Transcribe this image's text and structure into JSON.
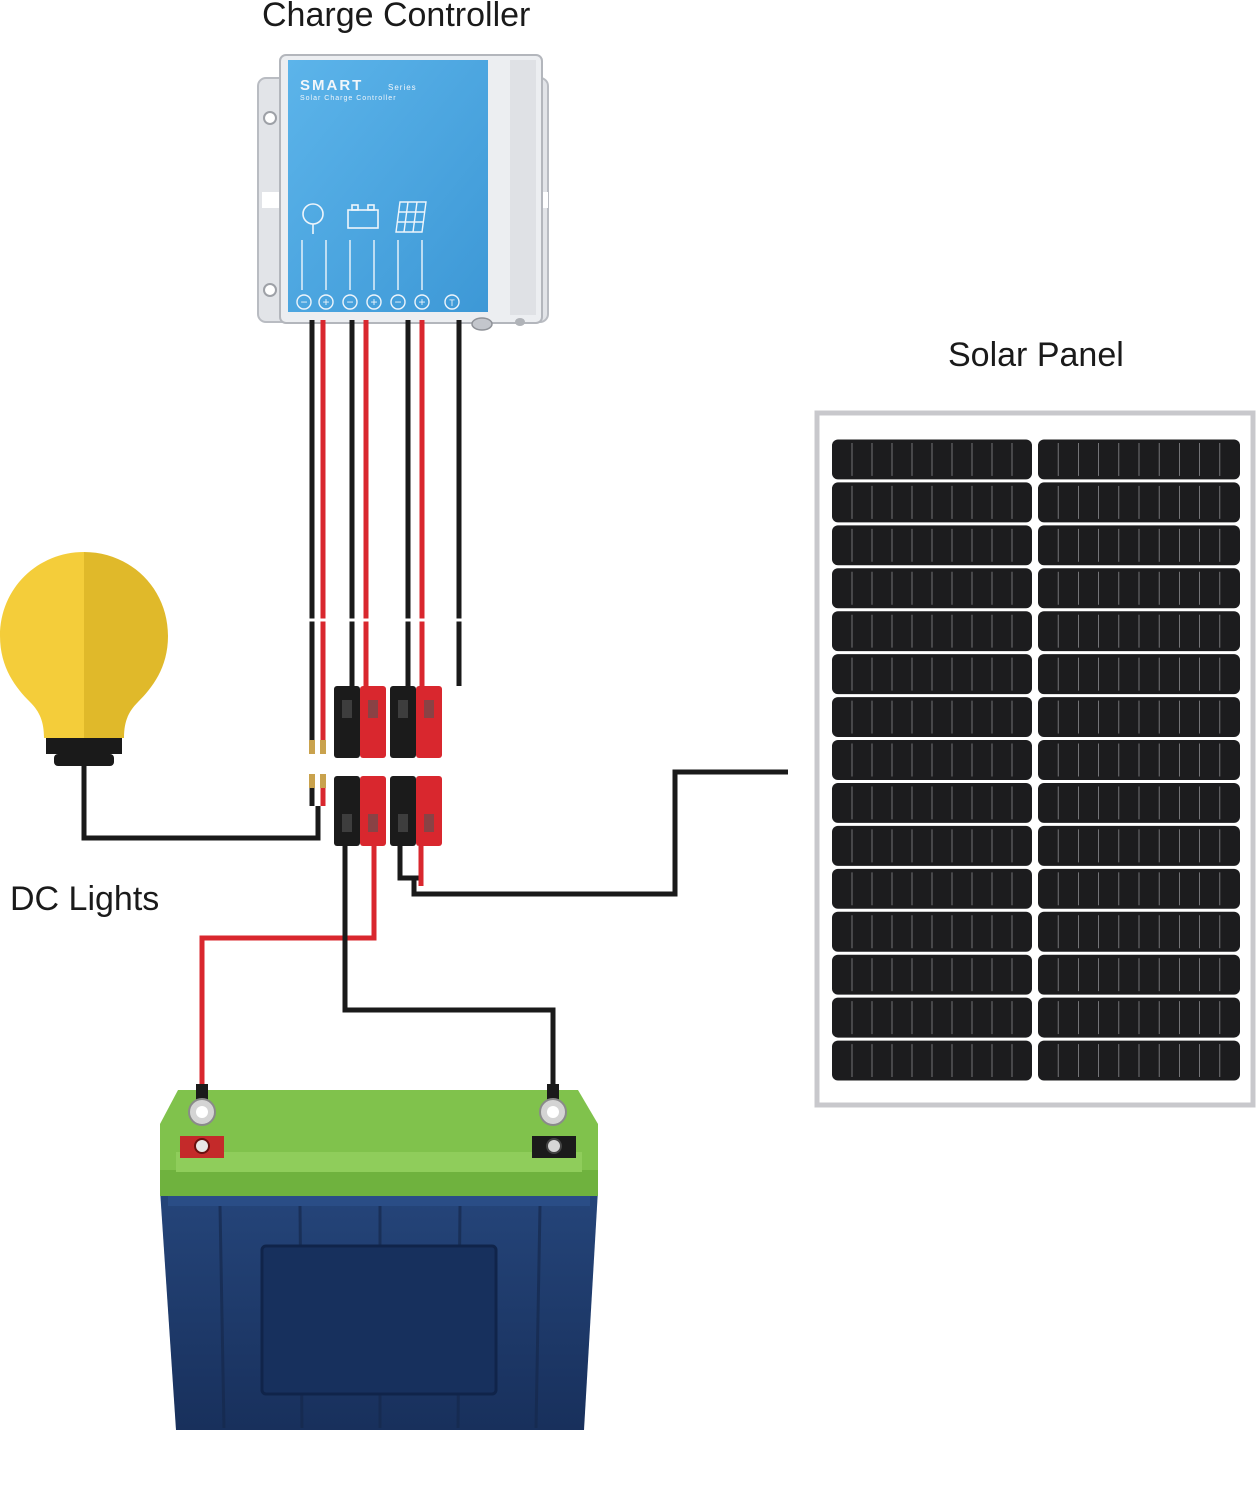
{
  "labels": {
    "controller": "Charge Controller",
    "panel": "Solar Panel",
    "lights": "DC Lights"
  },
  "controller": {
    "brand": "SMART",
    "series": "Series",
    "subtitle": "Solar Charge Controller",
    "terminals": [
      "−",
      "+",
      "−",
      "+",
      "−",
      "+",
      "T"
    ]
  },
  "colors": {
    "controller_body": "#4aa6e0",
    "controller_case": "#e4e6ea",
    "panel_cells": "#1c1c1e",
    "panel_frame": "#c8c8cc",
    "bulb": "#f0c630",
    "battery_top": "#7fc24b",
    "battery_body": "#1f3a6b",
    "wire_red": "#d9272e",
    "wire_black": "#1a1a1a"
  },
  "icons": [
    "bulb-icon",
    "battery-icon",
    "solar-icon"
  ]
}
